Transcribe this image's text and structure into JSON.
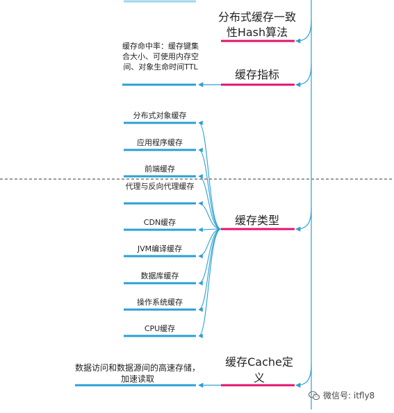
{
  "colors": {
    "main_bar": "#e2126e",
    "leaf_bar": "#2a9fd6",
    "connector": "#2a9fd6",
    "divider": "#333333"
  },
  "nodes": {
    "hash": "分布式缓存一致性Hash算法",
    "metrics": "缓存指标",
    "metrics_detail": "缓存命中率：缓存键集合大小、可使用内存空间、对象生命时间TTL",
    "types": "缓存类型",
    "definition": "缓存Cache定义",
    "definition_detail": "数据访问和数据源间的高速存储，加速读取"
  },
  "cache_types": [
    "分布式对象缓存",
    "应用程序缓存",
    "前端缓存",
    "代理与反向代理缓存",
    "CDN缓存",
    "JVM编译缓存",
    "数据库缓存",
    "操作系统缓存",
    "CPU缓存"
  ],
  "watermark": {
    "icon": "wechat-icon",
    "text": "微信号: itfly8"
  }
}
